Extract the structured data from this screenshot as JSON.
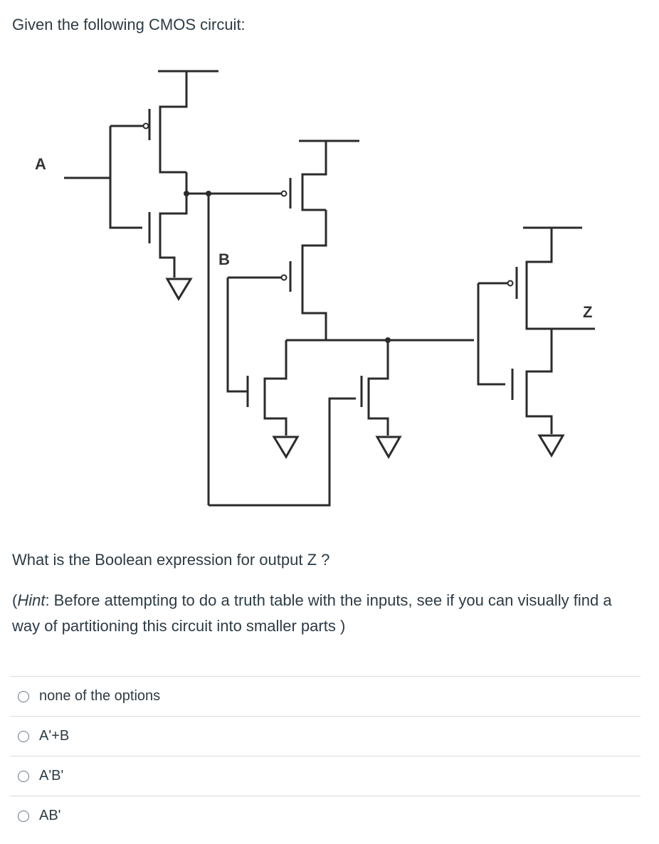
{
  "question": {
    "intro": "Given the following CMOS circuit:",
    "prompt": "What is the Boolean expression for output Z ?",
    "hint_open": "(",
    "hint_word": "Hint",
    "hint_text": ": Before attempting to do a truth table with the inputs, see if you can visually find a way of partitioning this circuit into smaller parts )"
  },
  "circuit": {
    "label_a": "A",
    "label_b": "B",
    "label_z": "Z"
  },
  "answers": [
    {
      "label": "none of the options",
      "selected": false
    },
    {
      "label": "A'+B",
      "selected": false
    },
    {
      "label": "A'B'",
      "selected": false
    },
    {
      "label": "AB'",
      "selected": false
    }
  ]
}
